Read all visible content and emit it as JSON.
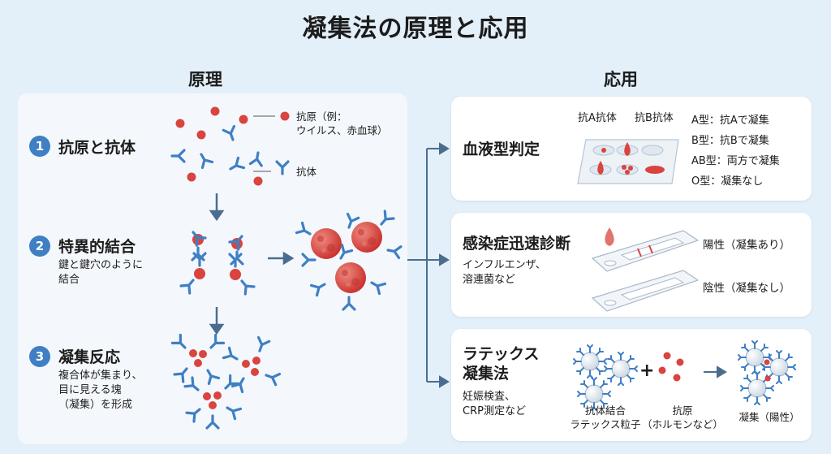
{
  "title": "凝集法の原理と応用",
  "sections": {
    "principle": "原理",
    "application": "応用"
  },
  "steps": [
    {
      "number": "1",
      "title": "抗原と抗体",
      "desc": []
    },
    {
      "number": "2",
      "title": "特異的結合",
      "desc": [
        "鍵と鍵穴のように",
        "結合"
      ]
    },
    {
      "number": "3",
      "title": "凝集反応",
      "desc": [
        "複合体が集まり、",
        "目に見える塊",
        "（凝集）を形成"
      ]
    }
  ],
  "legend": {
    "antigen": [
      "抗原（例：",
      "ウイルス、赤血球）"
    ],
    "antibody": "抗体"
  },
  "applications": {
    "blood": {
      "title": "血液型判定",
      "antiA": "抗A抗体",
      "antiB": "抗B抗体",
      "results": [
        "A型：抗Aで凝集",
        "B型：抗Bで凝集",
        "AB型：両方で凝集",
        "O型：凝集なし"
      ]
    },
    "rapid": {
      "title": "感染症迅速診断",
      "desc": [
        "インフルエンザ、",
        "溶連菌など"
      ],
      "positive": "陽性（凝集あり）",
      "negative": "陰性（凝集なし）"
    },
    "latex": {
      "title": [
        "ラテックス",
        "凝集法"
      ],
      "desc": [
        "妊娠検査、",
        "CRP測定など"
      ],
      "particle": [
        "抗体結合",
        "ラテックス粒子"
      ],
      "antigen": [
        "抗原",
        "（ホルモンなど）"
      ],
      "result": "凝集（陽性）",
      "plus": "+"
    }
  },
  "colors": {
    "antigen": "#d9443f",
    "antibody": "#3f7fc4",
    "accent": "#3f7fc4",
    "arrow": "#4a6d8f"
  }
}
